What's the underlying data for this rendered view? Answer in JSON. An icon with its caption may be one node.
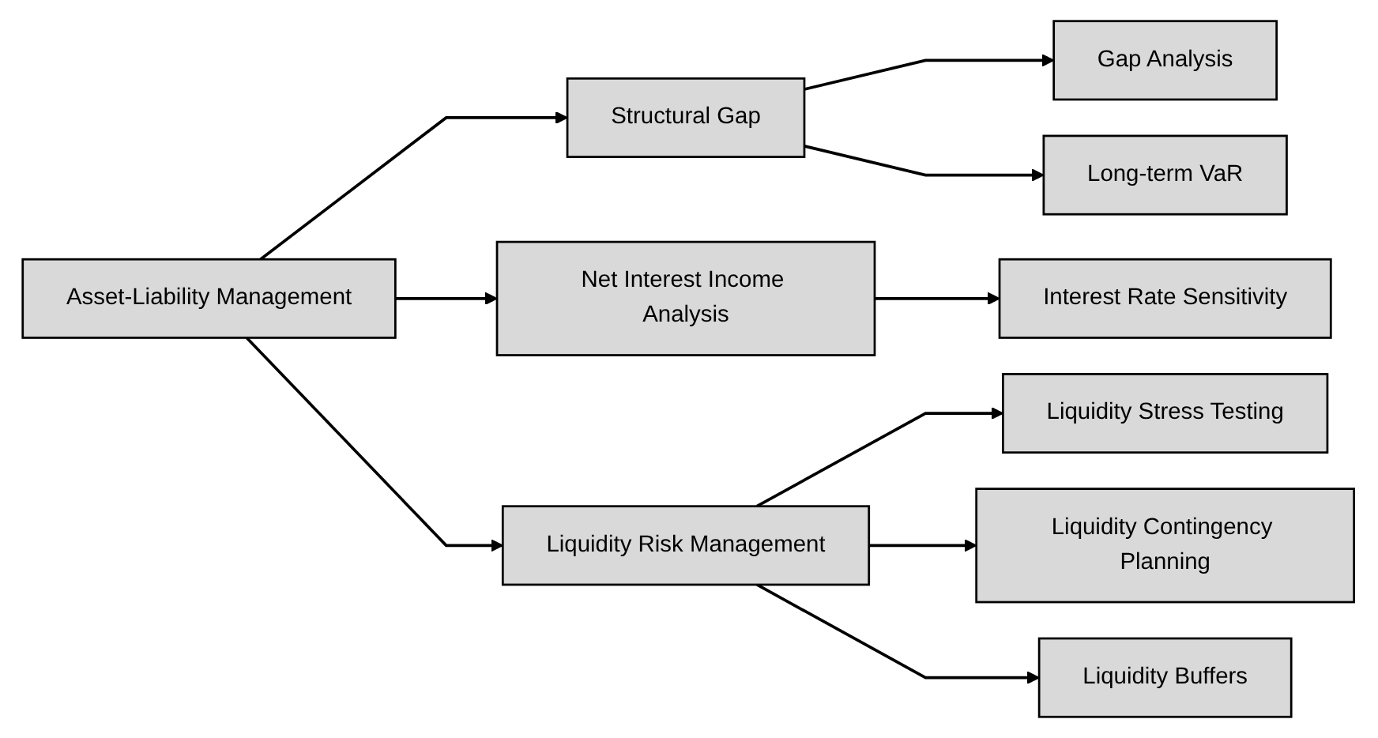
{
  "diagram": {
    "nodes": [
      {
        "text": [
          "Asset-Liability Management"
        ]
      },
      {
        "text": [
          "Structural Gap"
        ]
      },
      {
        "text": [
          "Gap Analysis"
        ]
      },
      {
        "text": [
          "Long-term VaR"
        ]
      },
      {
        "text": [
          "Net Interest Income Analysis"
        ]
      },
      {
        "text": [
          "Interest Rate Sensitivity"
        ]
      },
      {
        "text": [
          "Liquidity Risk Management"
        ]
      },
      {
        "text": [
          "Liquidity Stress Testing"
        ]
      },
      {
        "text": [
          "Liquidity Contingency Planning"
        ]
      },
      {
        "text": [
          "Liquidity Buffers"
        ]
      }
    ],
    "edges": [
      {
        "from": 0,
        "to": 1,
        "arrow": "to"
      },
      {
        "from": 0,
        "to": 4,
        "arrow": "to"
      },
      {
        "from": 0,
        "to": 6,
        "arrow": "to"
      },
      {
        "from": 1,
        "to": 2,
        "arrow": "to"
      },
      {
        "from": 1,
        "to": 3,
        "arrow": "to"
      },
      {
        "from": 4,
        "to": 5,
        "arrow": "to"
      },
      {
        "from": 6,
        "to": 7,
        "arrow": "to"
      },
      {
        "from": 6,
        "to": 8,
        "arrow": "to"
      },
      {
        "from": 6,
        "to": 9,
        "arrow": "to"
      }
    ]
  }
}
